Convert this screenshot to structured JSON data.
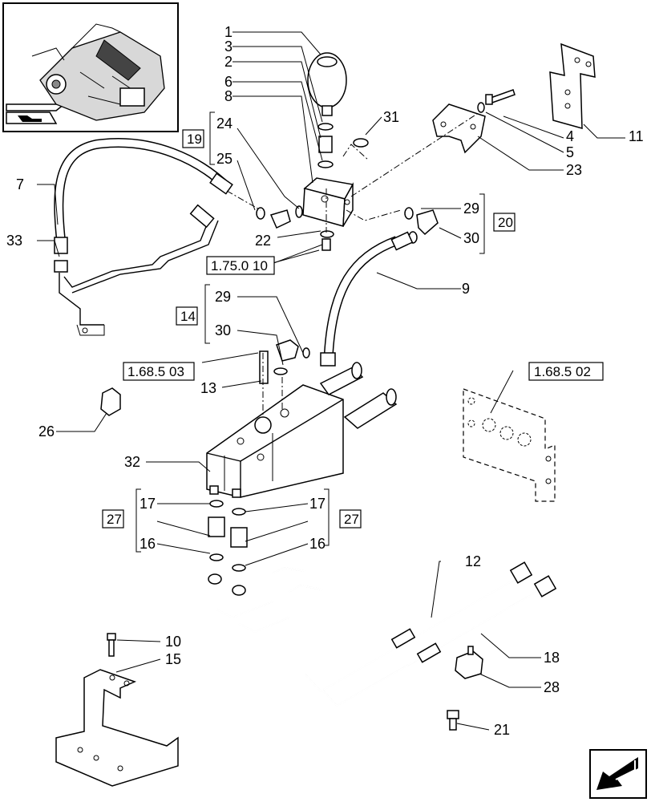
{
  "callouts": [
    {
      "id": "c1",
      "text": "1"
    },
    {
      "id": "c3",
      "text": "3"
    },
    {
      "id": "c2",
      "text": "2"
    },
    {
      "id": "c6",
      "text": "6"
    },
    {
      "id": "c8",
      "text": "8"
    },
    {
      "id": "c24",
      "text": "24"
    },
    {
      "id": "c25",
      "text": "25"
    },
    {
      "id": "c7",
      "text": "7"
    },
    {
      "id": "c33",
      "text": "33"
    },
    {
      "id": "c22",
      "text": "22"
    },
    {
      "id": "c31",
      "text": "31"
    },
    {
      "id": "c4",
      "text": "4"
    },
    {
      "id": "c5",
      "text": "5"
    },
    {
      "id": "c23",
      "text": "23"
    },
    {
      "id": "c11",
      "text": "11"
    },
    {
      "id": "c29a",
      "text": "29"
    },
    {
      "id": "c30a",
      "text": "30"
    },
    {
      "id": "c9",
      "text": "9"
    },
    {
      "id": "c29b",
      "text": "29"
    },
    {
      "id": "c30b",
      "text": "30"
    },
    {
      "id": "c13",
      "text": "13"
    },
    {
      "id": "c26",
      "text": "26"
    },
    {
      "id": "c32",
      "text": "32"
    },
    {
      "id": "c17a",
      "text": "17"
    },
    {
      "id": "c16a",
      "text": "16"
    },
    {
      "id": "c17b",
      "text": "17"
    },
    {
      "id": "c16b",
      "text": "16"
    },
    {
      "id": "c12",
      "text": "12"
    },
    {
      "id": "c18",
      "text": "18"
    },
    {
      "id": "c28",
      "text": "28"
    },
    {
      "id": "c10",
      "text": "10"
    },
    {
      "id": "c15",
      "text": "15"
    },
    {
      "id": "c21",
      "text": "21"
    }
  ],
  "boxed_refs": {
    "b19": "19",
    "b20": "20",
    "b14": "14",
    "b27a": "27",
    "b27b": "27",
    "ref_1_75": "1.75.0 10",
    "ref_1_68_03": "1.68.5 03",
    "ref_1_68_02": "1.68.5 02"
  },
  "icons": {
    "thumbnail": "tractor-thumbnail-icon",
    "nav_small": "page-arrow-small-icon",
    "nav_large": "next-page-arrow-icon"
  }
}
